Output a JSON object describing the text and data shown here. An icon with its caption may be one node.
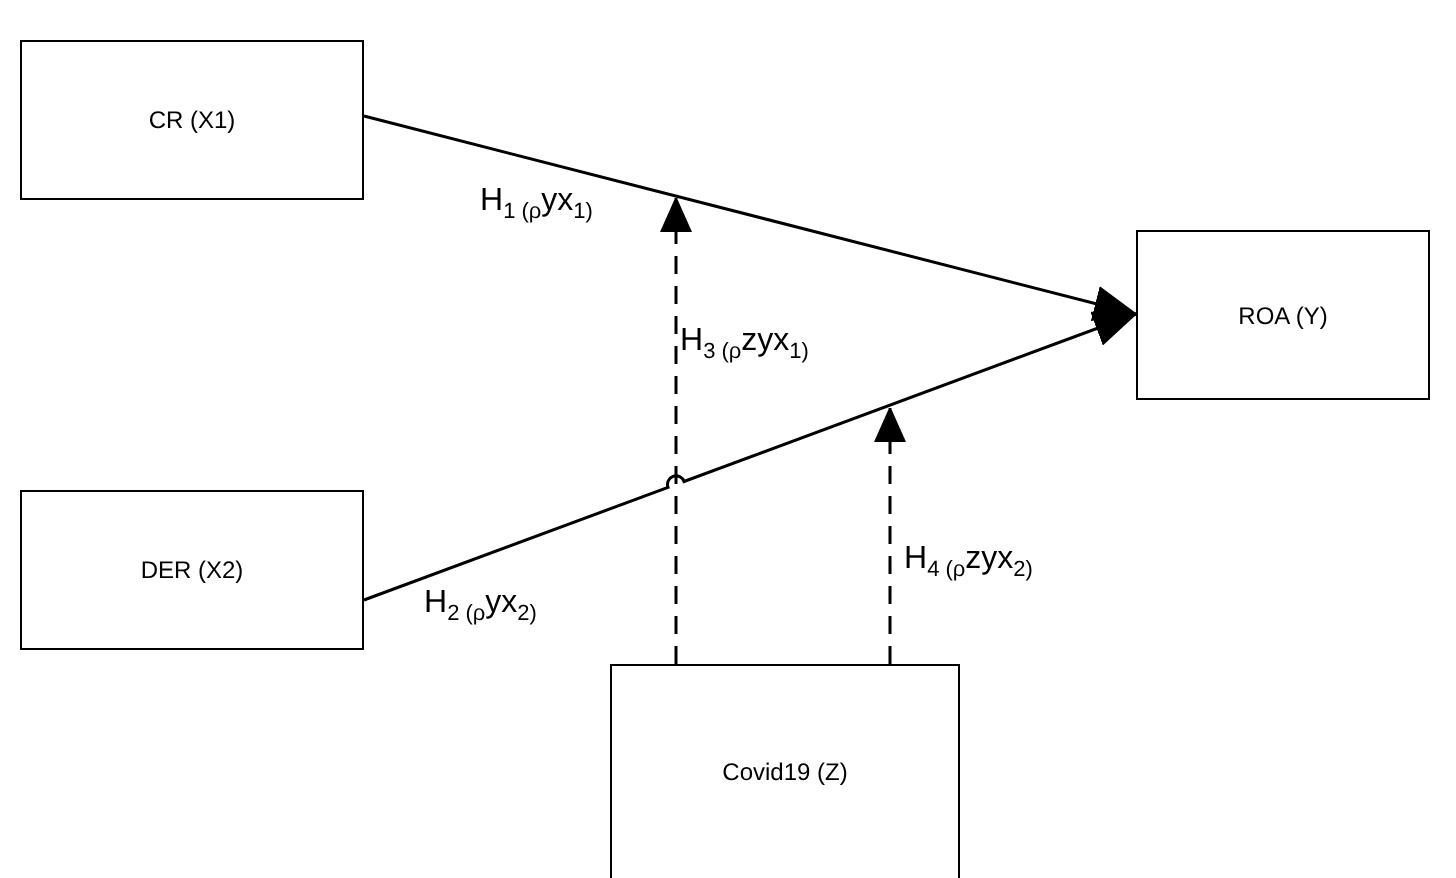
{
  "diagram": {
    "nodes": [
      {
        "text": [
          "CR (X1)"
        ]
      },
      {
        "text": [
          "DER (X2)"
        ]
      },
      {
        "text": [
          "ROA (Y)"
        ]
      },
      {
        "text": [
          "Covid19 (Z)"
        ]
      }
    ],
    "edges": [
      {
        "from": 0,
        "to": 2,
        "arrow": "to",
        "label": "H$_{1 (ρ}$yx$_{1)}$"
      },
      {
        "from": 1,
        "to": 2,
        "arrow": "to",
        "label": "H$_{2 (ρ}$yx$_{2)}$"
      },
      {
        "from": 3,
        "to": null,
        "arrow": "to",
        "style": "dashed",
        "label": "H$_{3 (ρ}$zyx$_{1)}$"
      },
      {
        "from": 3,
        "to": null,
        "arrow": "to",
        "style": "dashed",
        "label": "H$_{4 (ρ}$zyx$_{2)}$"
      }
    ]
  }
}
